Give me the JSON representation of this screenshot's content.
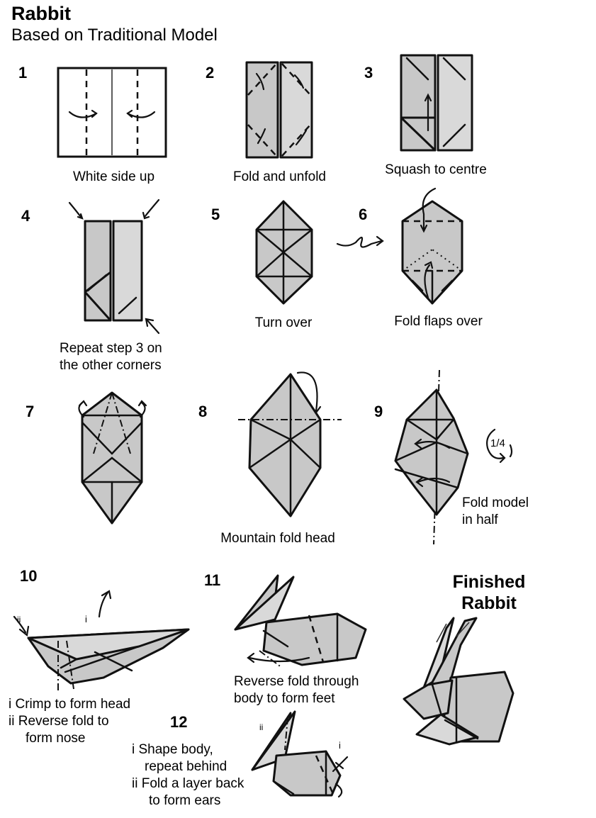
{
  "title": "Rabbit",
  "subtitle": "Based on Traditional Model",
  "steps": [
    {
      "number": "1",
      "caption": "White side up"
    },
    {
      "number": "2",
      "caption": "Fold and unfold"
    },
    {
      "number": "3",
      "caption": "Squash to centre"
    },
    {
      "number": "4",
      "caption_line1": "Repeat step 3 on",
      "caption_line2": "the other corners"
    },
    {
      "number": "5",
      "caption": "Turn over"
    },
    {
      "number": "6",
      "caption": "Fold flaps over"
    },
    {
      "number": "7"
    },
    {
      "number": "8",
      "caption": "Mountain fold head"
    },
    {
      "number": "9",
      "caption_line1": "Fold model",
      "caption_line2": "in half",
      "fraction": "1/4"
    },
    {
      "number": "10",
      "line1": "i  Crimp to form head",
      "line2": "ii  Reverse fold to",
      "line3": "form nose",
      "mark_i": "i",
      "mark_ii": "ii"
    },
    {
      "number": "11",
      "caption_line1": "Reverse fold through",
      "caption_line2": "body to form feet"
    },
    {
      "number": "12",
      "line1": "i  Shape body,",
      "line2": "repeat behind",
      "line3": "ii  Fold a layer back",
      "line4": "to form ears",
      "mark_i": "i",
      "mark_ii": "ii"
    }
  ],
  "finished": {
    "line1": "Finished",
    "line2": "Rabbit"
  }
}
